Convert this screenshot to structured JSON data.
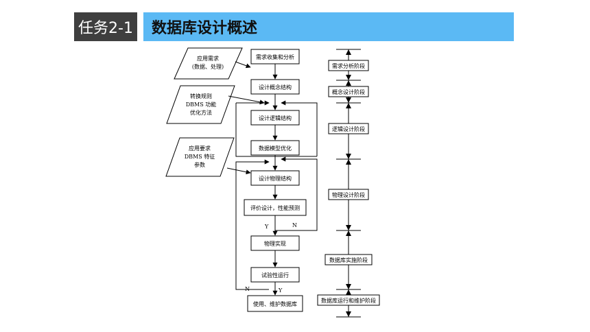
{
  "header": {
    "task_label": "任务2-1",
    "title": "数据库设计概述"
  },
  "inputs": [
    {
      "lines": [
        "应用需求",
        "(数据、处理)"
      ]
    },
    {
      "lines": [
        "转换规则",
        "DBMS 功能",
        "优化方法"
      ]
    },
    {
      "lines": [
        "应用要求",
        "DBMS 特征",
        "参数"
      ]
    }
  ],
  "steps": [
    "需求收集和分析",
    "设计概念结构",
    "设计逻辑结构",
    "数据模型优化",
    "设计物理结构",
    "评价设计，性能预测",
    "物理实现",
    "试验性运行",
    "使用、维护数据库"
  ],
  "stages": [
    "需求分析阶段",
    "概念设计阶段",
    "逻辑设计阶段",
    "物理设计阶段",
    "数据库实施阶段",
    "数据库运行和维护阶段"
  ],
  "labels": {
    "yes1": "Y",
    "no1": "N",
    "yes2": "Y",
    "no2": "N"
  }
}
